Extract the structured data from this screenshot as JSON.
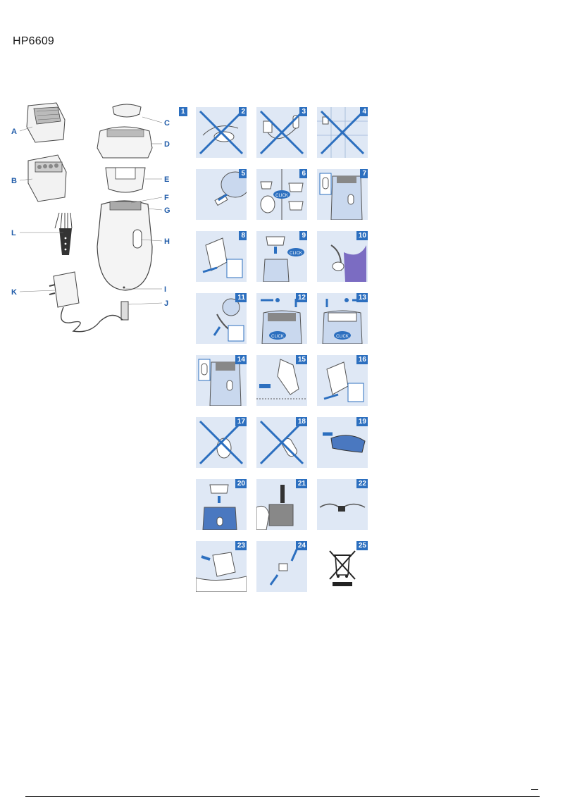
{
  "header": {
    "model": "HP6609"
  },
  "overview_labels": [
    "A",
    "B",
    "C",
    "D",
    "E",
    "F",
    "G",
    "H",
    "I",
    "J",
    "K",
    "L"
  ],
  "steps": [
    "1",
    "2",
    "3",
    "4",
    "5",
    "6",
    "7",
    "8",
    "9",
    "10",
    "11",
    "12",
    "13",
    "14",
    "15",
    "16",
    "17",
    "18",
    "19",
    "20",
    "21",
    "22",
    "23",
    "24",
    "25"
  ],
  "callouts": {
    "click": "CLICK"
  },
  "colors": {
    "accent": "#2c6fbf",
    "cell_bg": "#dfe8f5",
    "cross": "#2c6fbf"
  }
}
